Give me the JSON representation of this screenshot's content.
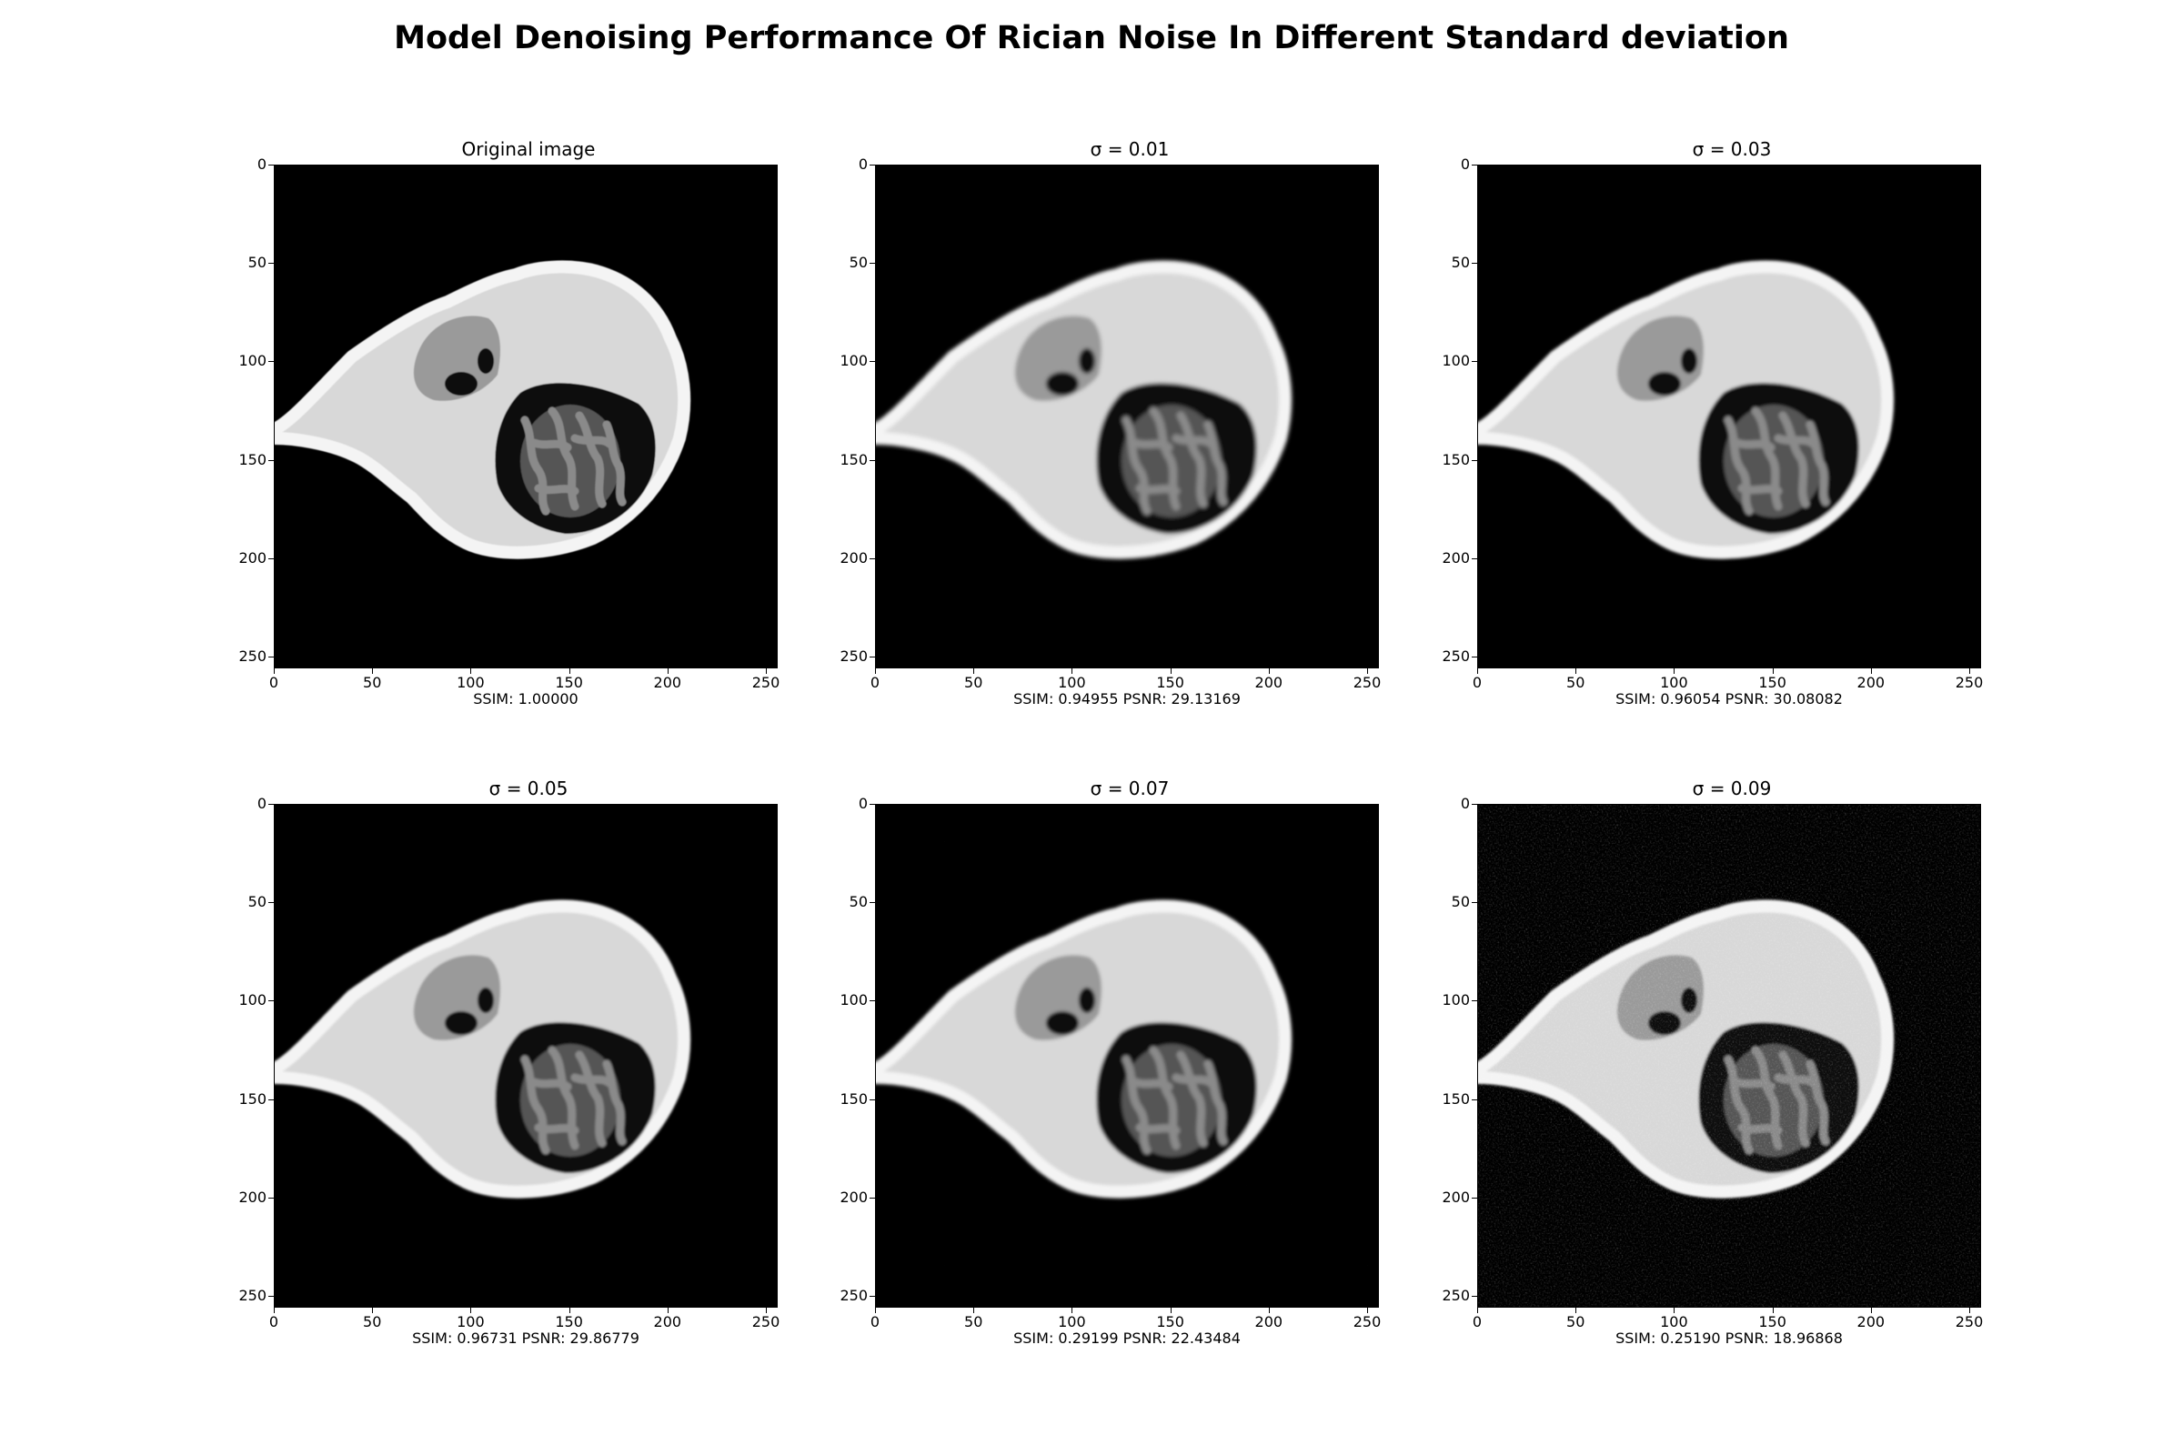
{
  "figure": {
    "title": "Model Denoising Performance Of Rician Noise In Different Standard deviation"
  },
  "axes": {
    "ticks": [
      "0",
      "50",
      "100",
      "150",
      "200",
      "250"
    ],
    "range": [
      0,
      256
    ]
  },
  "panels": [
    {
      "id": "original",
      "title": "Original image",
      "metric": "SSIM: 1.00000",
      "noise_level": 0,
      "ssim": 1.0,
      "psnr": null
    },
    {
      "id": "s001",
      "title": "σ = 0.01",
      "metric": "SSIM: 0.94955 PSNR: 29.13169",
      "noise_level": 0.01,
      "ssim": 0.94955,
      "psnr": 29.13169
    },
    {
      "id": "s003",
      "title": "σ = 0.03",
      "metric": "SSIM: 0.96054 PSNR: 30.08082",
      "noise_level": 0.03,
      "ssim": 0.96054,
      "psnr": 30.08082
    },
    {
      "id": "s005",
      "title": "σ = 0.05",
      "metric": "SSIM: 0.96731 PSNR: 29.86779",
      "noise_level": 0.05,
      "ssim": 0.96731,
      "psnr": 29.86779
    },
    {
      "id": "s007",
      "title": "σ = 0.07",
      "metric": "SSIM: 0.29199 PSNR: 22.43484",
      "noise_level": 0.07,
      "ssim": 0.29199,
      "psnr": 22.43484
    },
    {
      "id": "s009",
      "title": "σ = 0.09",
      "metric": "SSIM: 0.25190 PSNR: 18.96868",
      "noise_level": 0.09,
      "ssim": 0.2519,
      "psnr": 18.96868
    }
  ]
}
